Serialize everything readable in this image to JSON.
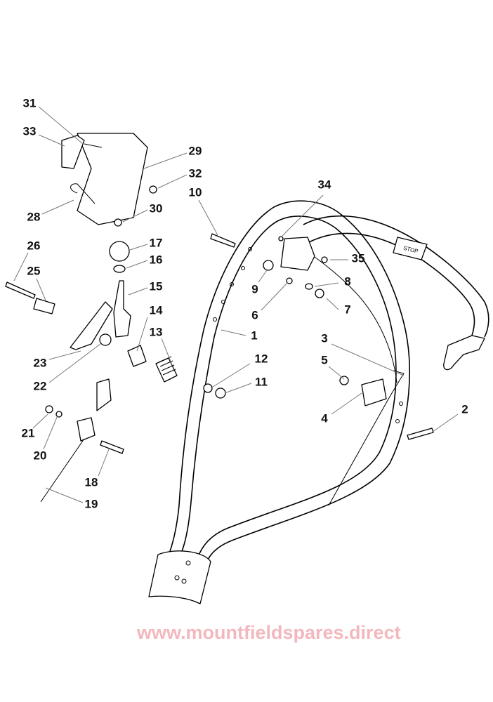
{
  "diagram": {
    "watermark": "www.mountfieldspares.direct",
    "stop_label": "STOP",
    "callouts": [
      "1",
      "2",
      "3",
      "4",
      "5",
      "6",
      "7",
      "8",
      "9",
      "10",
      "11",
      "12",
      "13",
      "14",
      "15",
      "16",
      "17",
      "18",
      "19",
      "20",
      "21",
      "22",
      "23",
      "25",
      "26",
      "28",
      "29",
      "30",
      "31",
      "32",
      "33",
      "34",
      "35"
    ]
  }
}
